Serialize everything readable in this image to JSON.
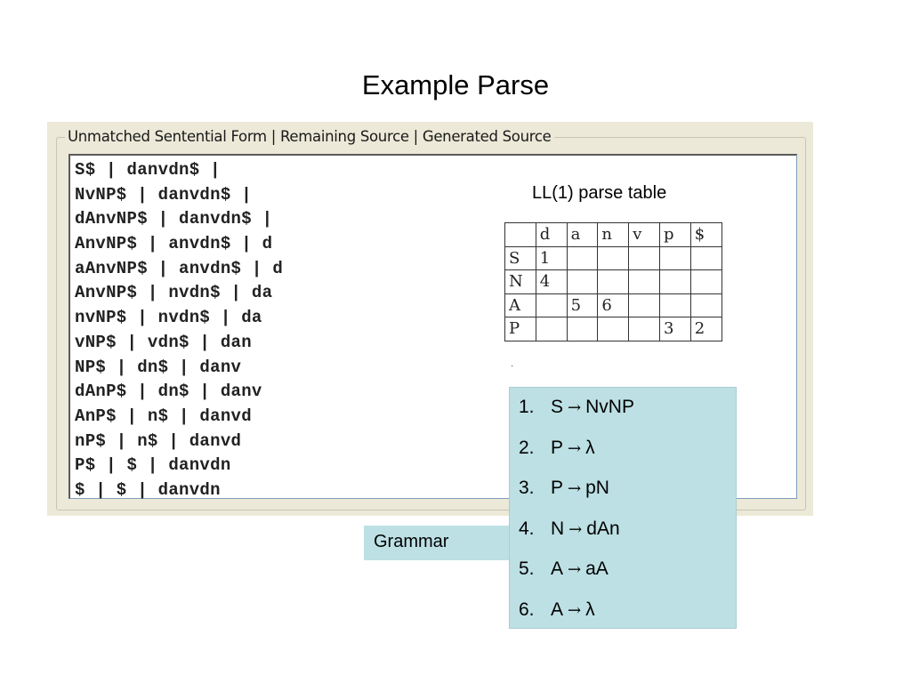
{
  "slide": {
    "title": "Example Parse"
  },
  "window": {
    "group_legend": "Unmatched Sentential Form | Remaining Source | Generated Source",
    "lines": [
      "S$ | danvdn$ |",
      "NvNP$ | danvdn$ |",
      "dAnvNP$ | danvdn$ |",
      "AnvNP$ | anvdn$ | d",
      "aAnvNP$ | anvdn$ | d",
      "AnvNP$ | nvdn$ | da",
      "nvNP$ | nvdn$ | da",
      "vNP$ | vdn$ | dan",
      "NP$ | dn$ | danv",
      "dAnP$ | dn$ | danv",
      "AnP$ | n$ | danvd",
      "nP$ | n$ | danvd",
      "P$ | $ | danvdn",
      "$ | $ | danvdn"
    ]
  },
  "parse_table": {
    "caption": "LL(1) parse table",
    "header": [
      "",
      "d",
      "a",
      "n",
      "v",
      "p",
      "$"
    ],
    "rows": [
      [
        "S",
        "1",
        "",
        "",
        "",
        "",
        ""
      ],
      [
        "N",
        "4",
        "",
        "",
        "",
        "",
        ""
      ],
      [
        "A",
        "",
        "5",
        "6",
        "",
        "",
        ""
      ],
      [
        "P",
        "",
        "",
        "",
        "",
        "3",
        "2"
      ]
    ]
  },
  "grammar": {
    "label": "Grammar",
    "arrow_symbol": "→",
    "rules": [
      {
        "num": "1.",
        "lhs": "S",
        "rhs": "NvNP"
      },
      {
        "num": "2.",
        "lhs": "P",
        "rhs": "λ"
      },
      {
        "num": "3.",
        "lhs": "P",
        "rhs": "pN"
      },
      {
        "num": "4.",
        "lhs": "N",
        "rhs": "dAn"
      },
      {
        "num": "5.",
        "lhs": "A",
        "rhs": "aA"
      },
      {
        "num": "6.",
        "lhs": "A",
        "rhs": "λ"
      }
    ]
  },
  "colors": {
    "window_bg": "#ece9d8",
    "grammar_bg": "#bde0e4"
  }
}
